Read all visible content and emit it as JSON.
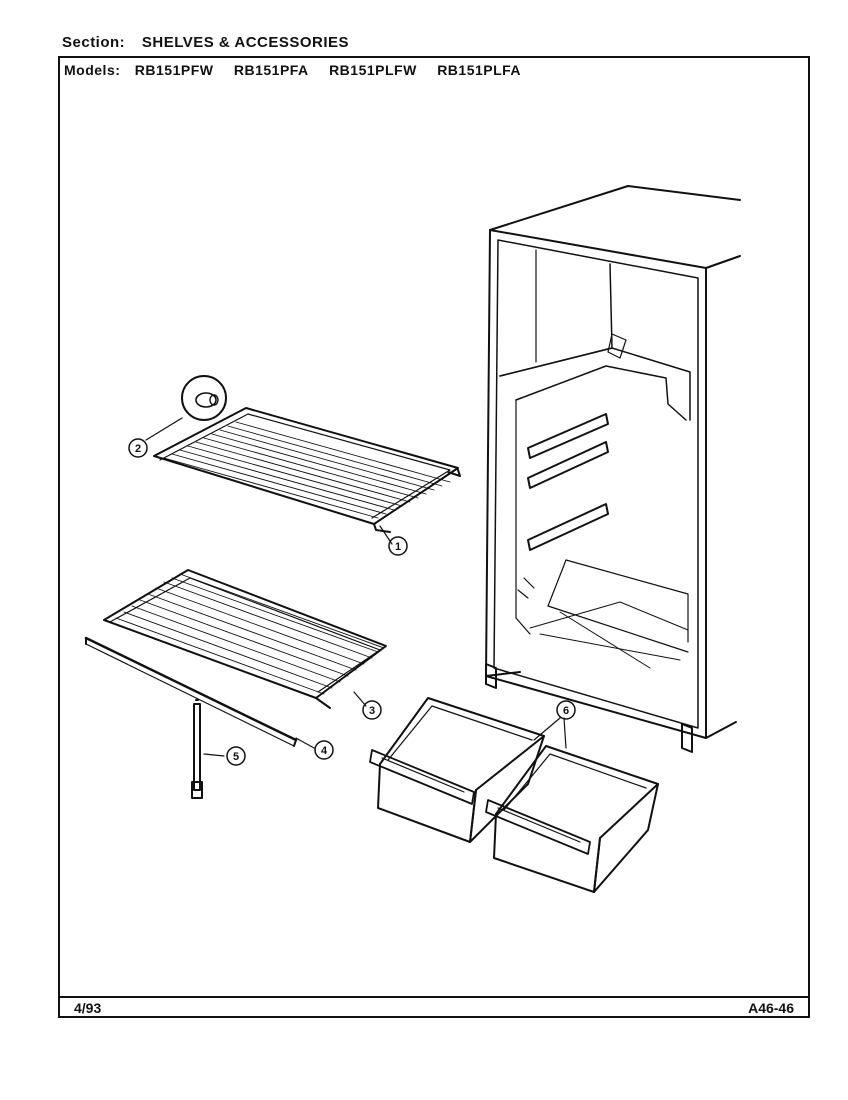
{
  "header": {
    "section_label": "Section:",
    "section_value": "SHELVES & ACCESSORIES",
    "models_label": "Models:",
    "models": [
      "RB151PFW",
      "RB151PFA",
      "RB151PLFW",
      "RB151PLFA"
    ]
  },
  "callouts": [
    "1",
    "2",
    "3",
    "4",
    "5",
    "6"
  ],
  "footer": {
    "date": "4/93",
    "code": "A46-46"
  }
}
